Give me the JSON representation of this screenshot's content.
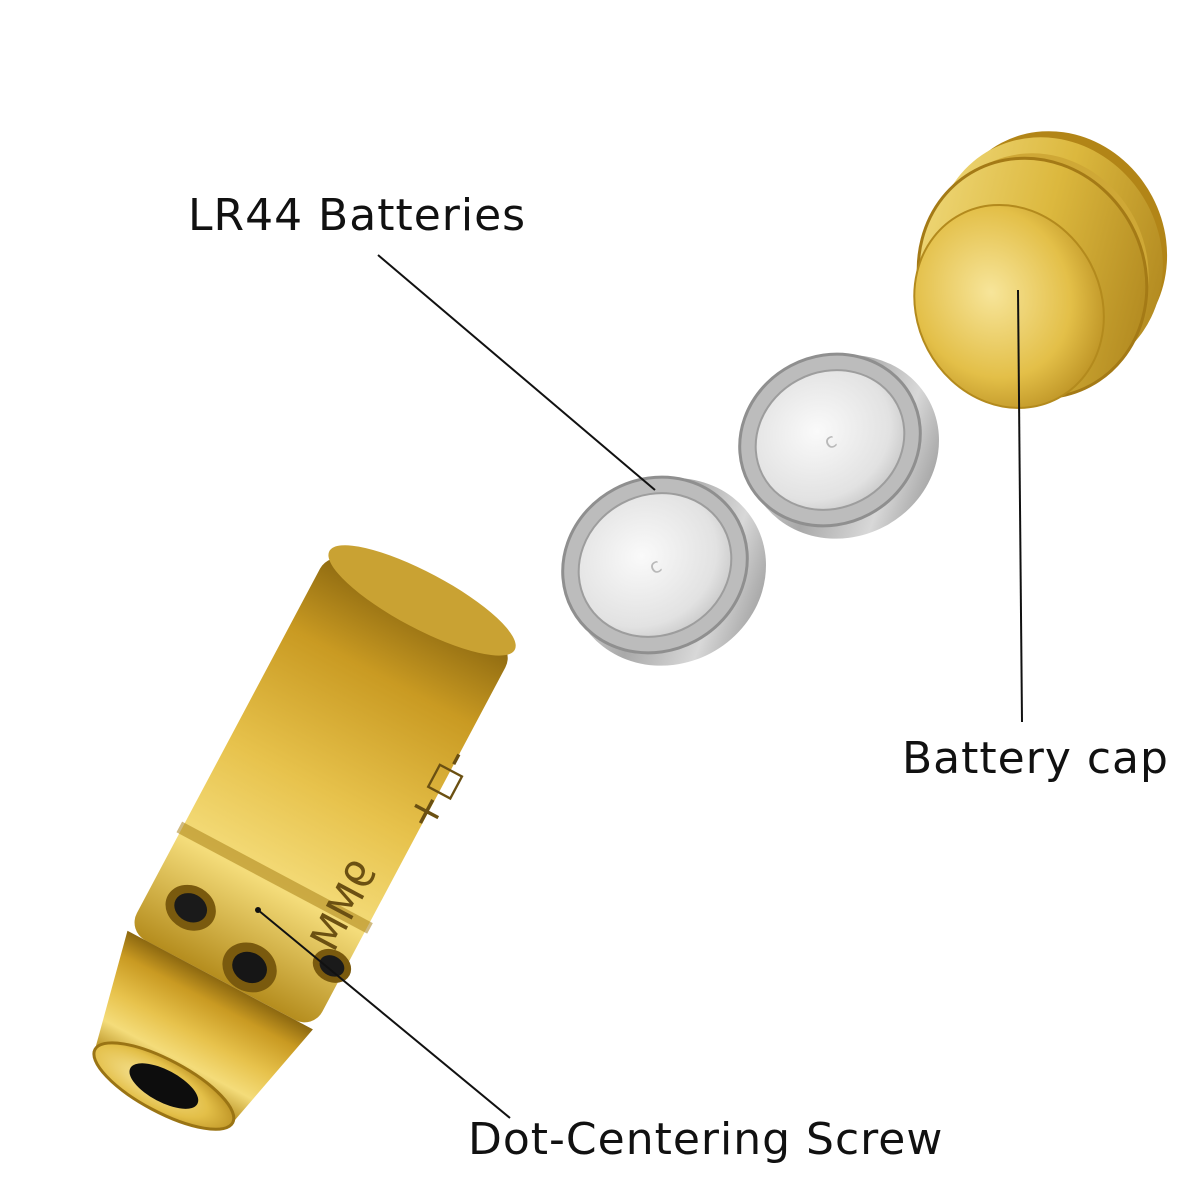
{
  "labels": {
    "batteries": "LR44 Batteries",
    "cap": "Battery cap",
    "screw": "Dot-Centering Screw"
  },
  "engraving": {
    "caliber": "9MM",
    "polarity": "-◻+"
  },
  "colors": {
    "brass": "#d9b43a",
    "brass_dark": "#9a7414",
    "silver": "#c8c8c8",
    "leader": "#111111"
  }
}
